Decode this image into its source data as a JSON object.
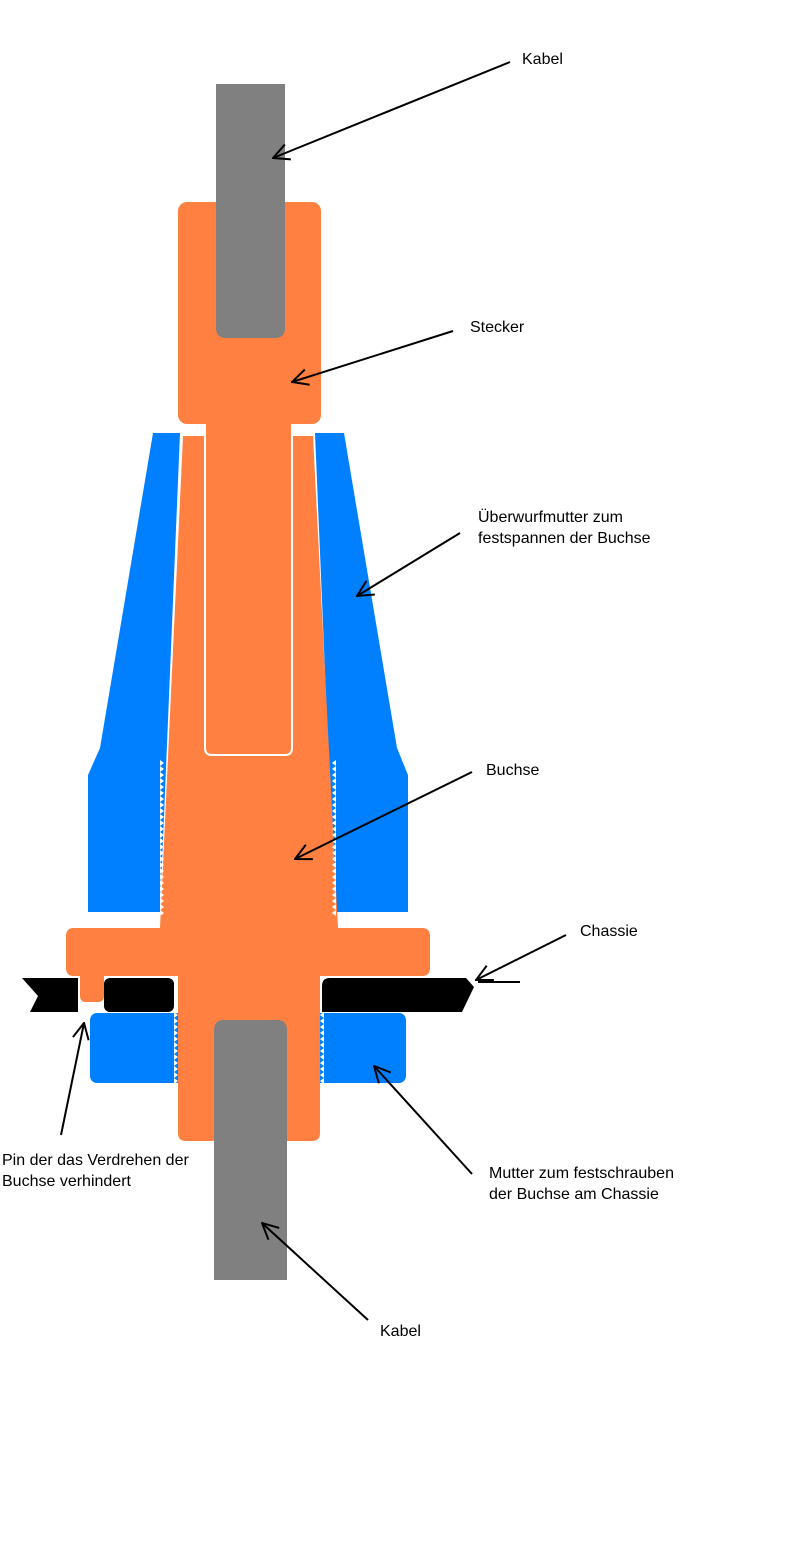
{
  "colors": {
    "plug_body": "#ff8040",
    "cable": "#808080",
    "nut": "#0080ff",
    "chassis": "#000000",
    "arrow": "#000000",
    "background": "#ffffff"
  },
  "labels": {
    "kabel_top": "Kabel",
    "stecker": "Stecker",
    "ueberwurfmutter_line1": "Überwurfmutter zum",
    "ueberwurfmutter_line2": "festspannen der Buchse",
    "buchse": "Buchse",
    "chassie": "Chassie",
    "pin_line1": "Pin der das Verdrehen der",
    "pin_line2": "Buchse verhindert",
    "mutter_line1": "Mutter zum festschrauben",
    "mutter_line2": "der Buchse am Chassie",
    "kabel_bottom": "Kabel"
  }
}
